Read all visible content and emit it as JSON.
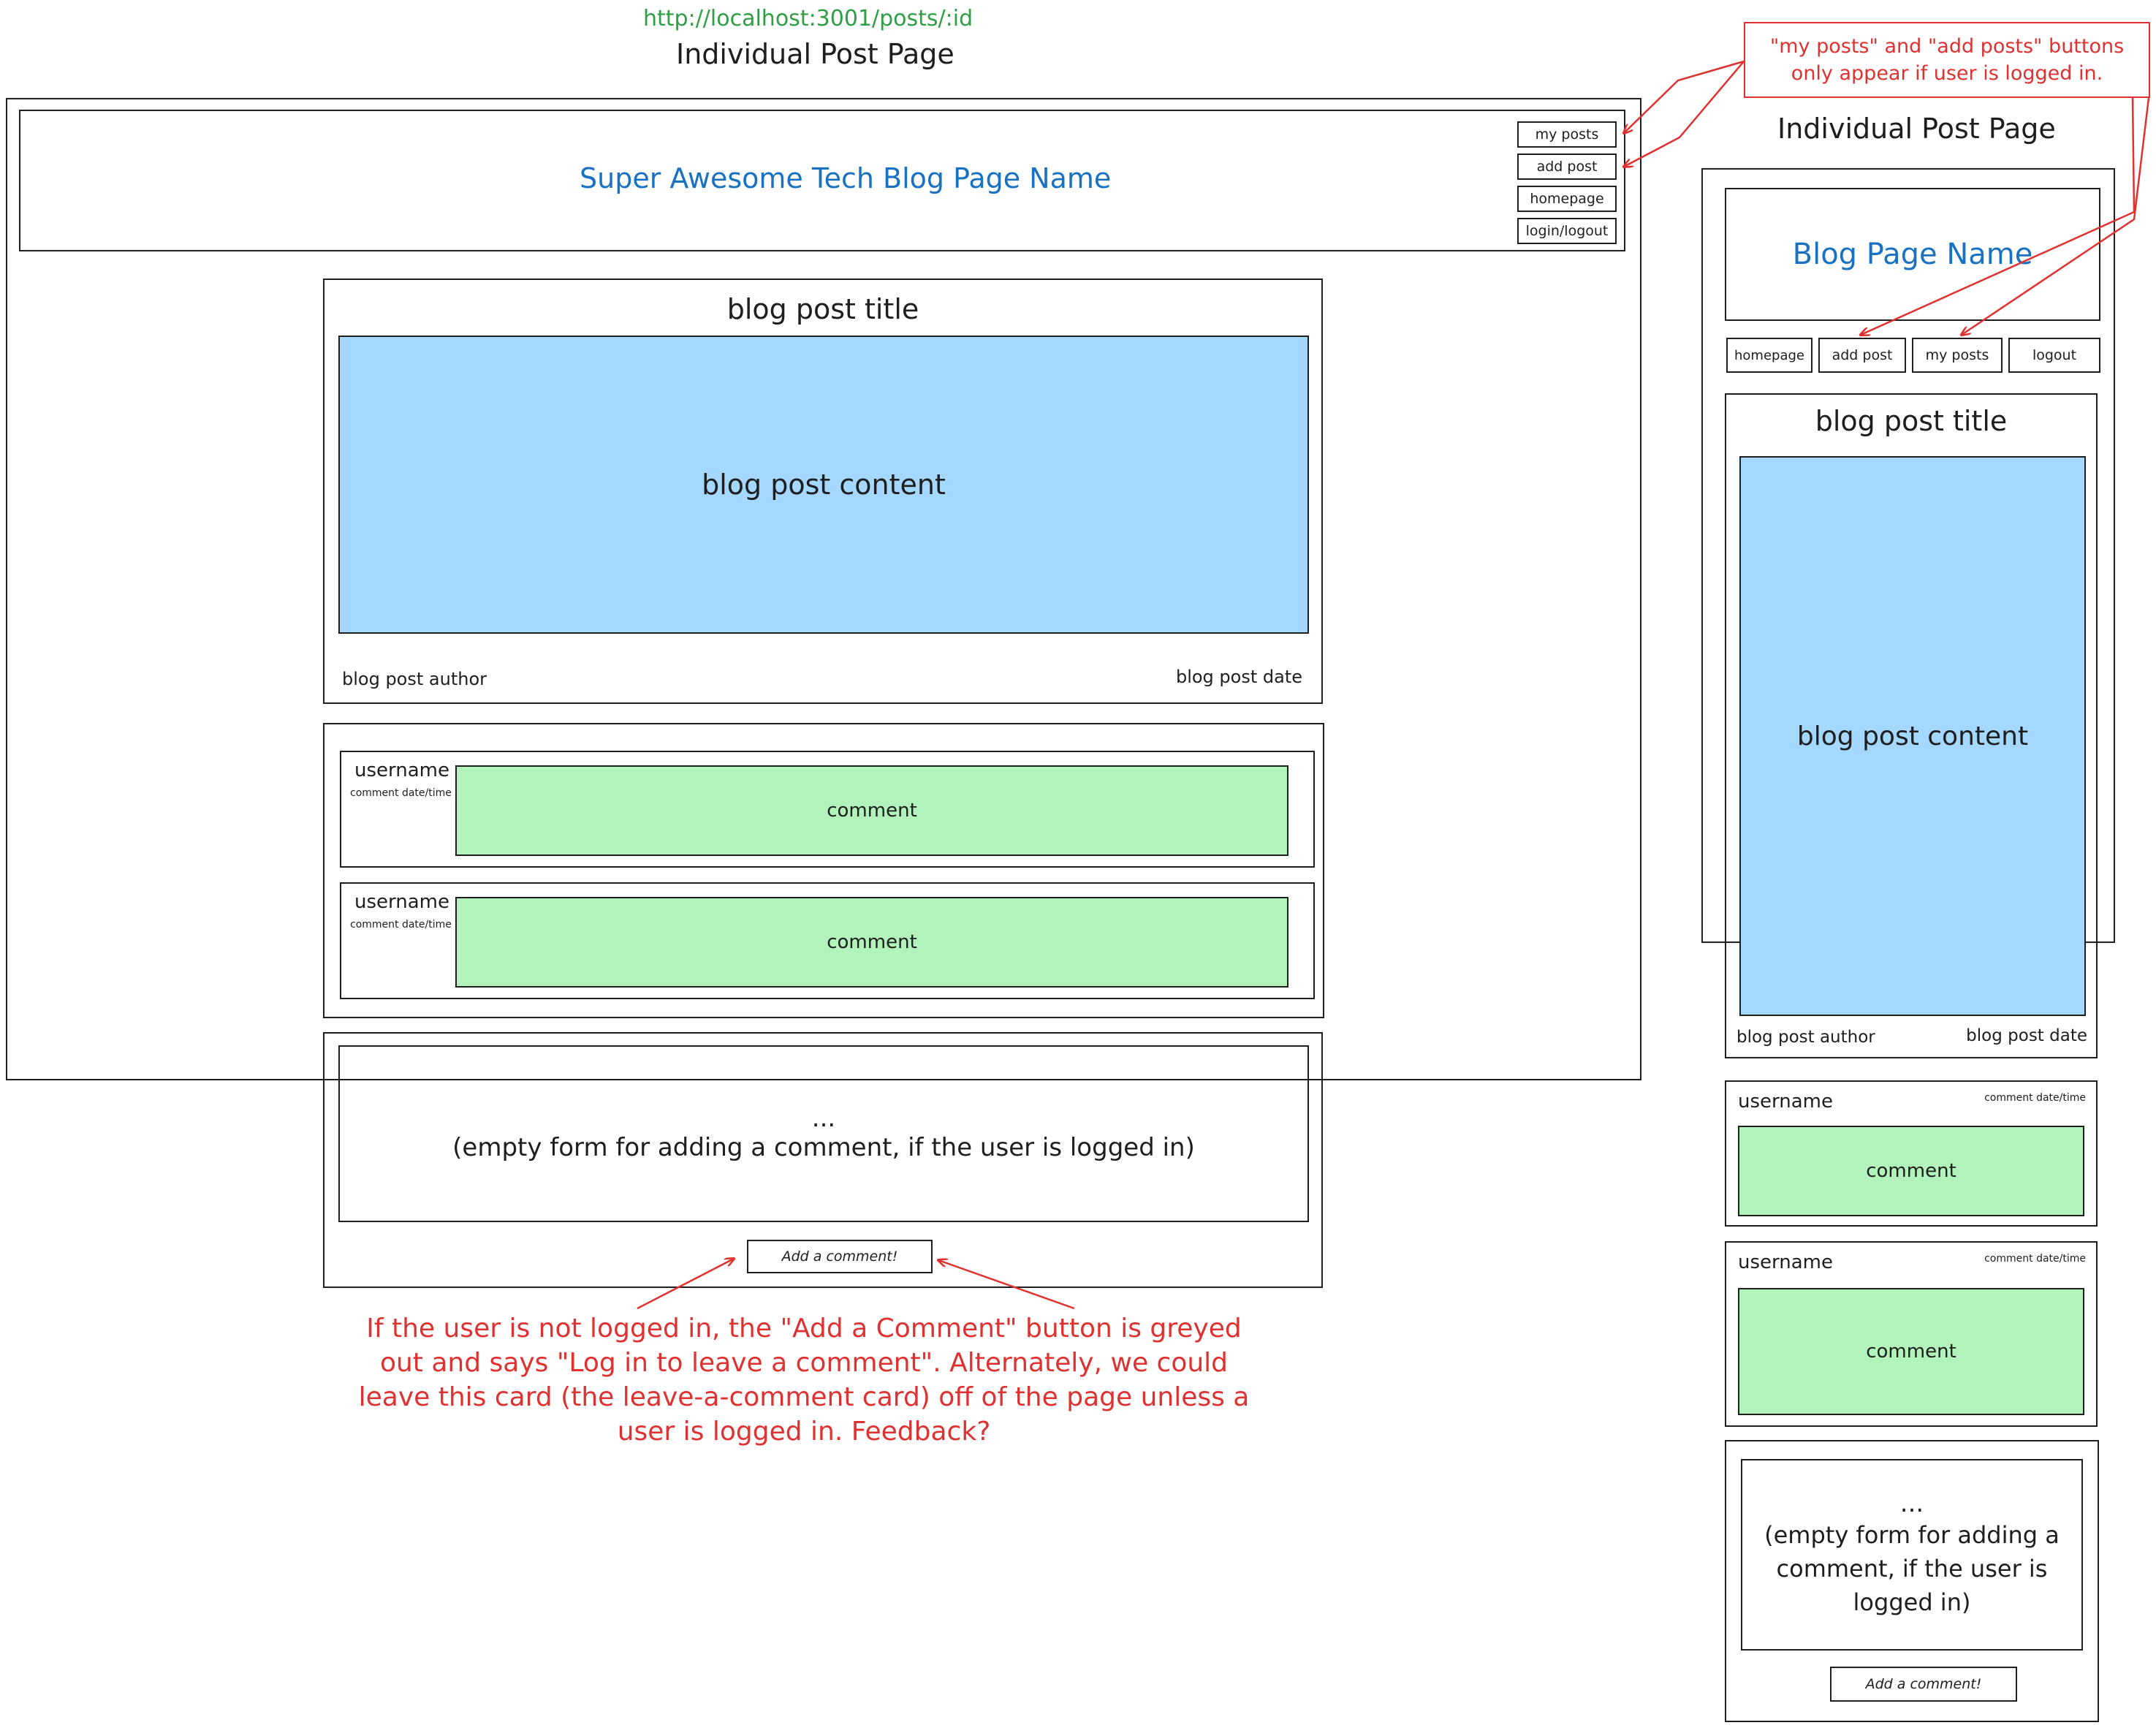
{
  "desktop": {
    "url": "http://localhost:3001/posts/:id",
    "page_title": "Individual Post Page",
    "header": {
      "site_name": "Super Awesome Tech Blog Page Name",
      "buttons": [
        "my posts",
        "add post",
        "homepage",
        "login/logout"
      ]
    },
    "post": {
      "title": "blog post title",
      "content": "blog post content",
      "author": "blog post author",
      "date": "blog post date"
    },
    "comments": [
      {
        "username": "username",
        "date": "comment date/time",
        "text": "comment"
      },
      {
        "username": "username",
        "date": "comment date/time",
        "text": "comment"
      }
    ],
    "comment_form": {
      "ellipsis": "...",
      "placeholder": "(empty form for adding a comment, if the user is logged in)",
      "button": "Add a comment!"
    }
  },
  "mobile": {
    "page_title": "Individual Post Page",
    "header": {
      "site_name": "Blog Page Name",
      "buttons": [
        "homepage",
        "add post",
        "my posts",
        "logout"
      ]
    },
    "post": {
      "title": "blog post title",
      "content": "blog post content",
      "author": "blog post author",
      "date": "blog post date"
    },
    "comments": [
      {
        "username": "username",
        "date": "comment date/time",
        "text": "comment"
      },
      {
        "username": "username",
        "date": "comment date/time",
        "text": "comment"
      }
    ],
    "comment_form": {
      "ellipsis": "...",
      "placeholder": "(empty form for adding a comment, if the user is logged in)",
      "button": "Add a comment!"
    }
  },
  "annotations": {
    "top_right_note": "\"my posts\" and \"add posts\" buttons only appear if user is logged in.",
    "bottom_note": "If the user is not logged in, the \"Add a Comment\" button is greyed out and says \"Log in to leave a comment\". Alternately, we could leave this card (the leave-a-comment card) off of the page unless a user is logged in. Feedback?"
  },
  "colors": {
    "content_fill": "#a5d8ff",
    "comment_fill": "#b2f2bb",
    "site_title": "#1971c2",
    "annotation": "#e03131",
    "url": "#2f9e44"
  }
}
